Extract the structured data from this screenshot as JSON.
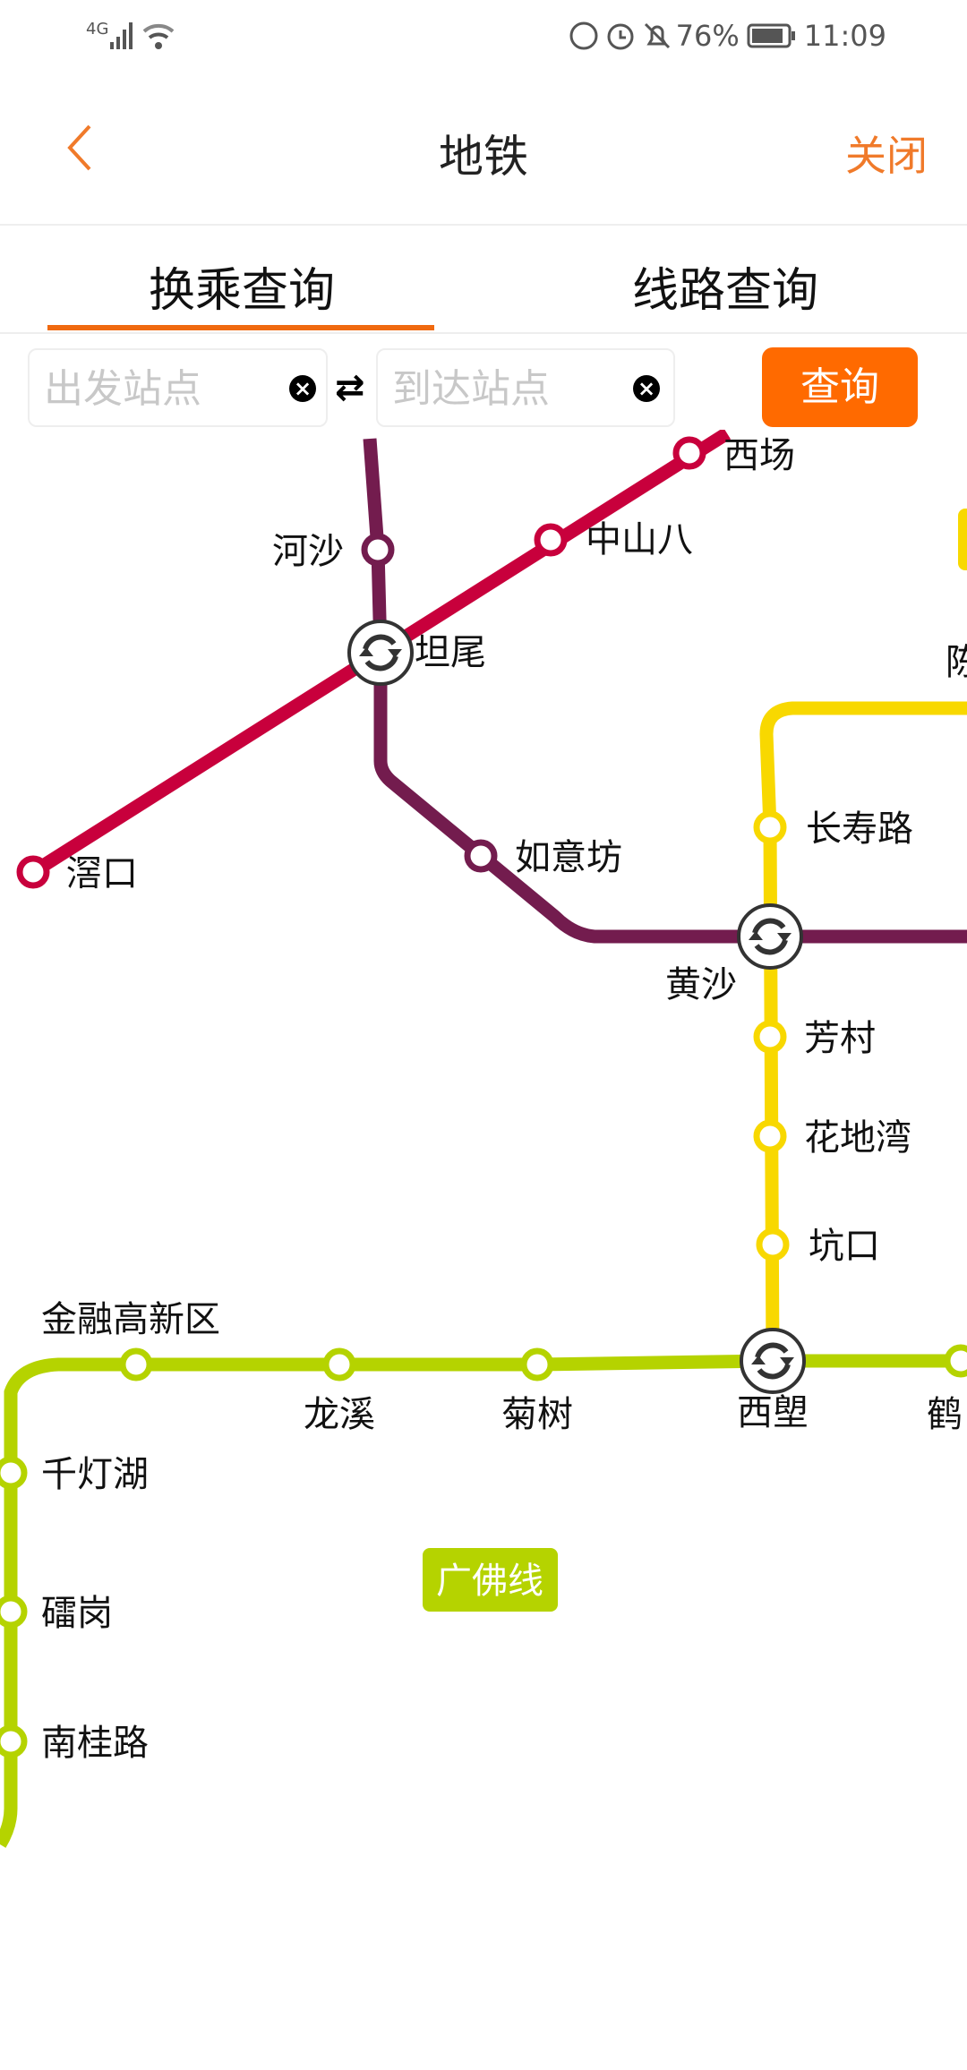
{
  "status_bar": {
    "network": "4G",
    "battery": "76%",
    "time": "11:09"
  },
  "header": {
    "title": "地铁",
    "close_label": "关闭"
  },
  "tabs": [
    {
      "label": "换乘查询",
      "active": true
    },
    {
      "label": "线路查询",
      "active": false
    }
  ],
  "search": {
    "from_placeholder": "出发站点",
    "to_placeholder": "到达站点",
    "query_label": "查询"
  },
  "colors": {
    "accent": "#ff6a00",
    "line_red": "#c8003c",
    "line_purple": "#731c4e",
    "line_yellow": "#f8d800",
    "line_green": "#b5d300"
  },
  "map": {
    "stations": [
      {
        "name": "西场",
        "type": "normal",
        "line": "red"
      },
      {
        "name": "中山八",
        "type": "normal",
        "line": "red"
      },
      {
        "name": "坦尾",
        "type": "interchange",
        "line": "red"
      },
      {
        "name": "滘口",
        "type": "normal",
        "line": "red"
      },
      {
        "name": "河沙",
        "type": "normal",
        "line": "purple"
      },
      {
        "name": "如意坊",
        "type": "normal",
        "line": "purple"
      },
      {
        "name": "黄沙",
        "type": "interchange",
        "line": "purple"
      },
      {
        "name": "长寿路",
        "type": "normal",
        "line": "yellow"
      },
      {
        "name": "芳村",
        "type": "normal",
        "line": "yellow"
      },
      {
        "name": "花地湾",
        "type": "normal",
        "line": "yellow"
      },
      {
        "name": "坑口",
        "type": "normal",
        "line": "yellow"
      },
      {
        "name": "西塱",
        "type": "interchange",
        "line": "green"
      },
      {
        "name": "菊树",
        "type": "normal",
        "line": "green"
      },
      {
        "name": "龙溪",
        "type": "normal",
        "line": "green"
      },
      {
        "name": "金融高新区",
        "type": "normal",
        "line": "green"
      },
      {
        "name": "千灯湖",
        "type": "normal",
        "line": "green"
      },
      {
        "name": "礌岗",
        "type": "normal",
        "line": "green"
      },
      {
        "name": "南桂路",
        "type": "normal",
        "line": "green"
      },
      {
        "name": "鹤",
        "type": "normal",
        "line": "green"
      },
      {
        "name": "陈",
        "type": "label",
        "line": "yellow"
      }
    ],
    "line_label": "广佛线"
  }
}
